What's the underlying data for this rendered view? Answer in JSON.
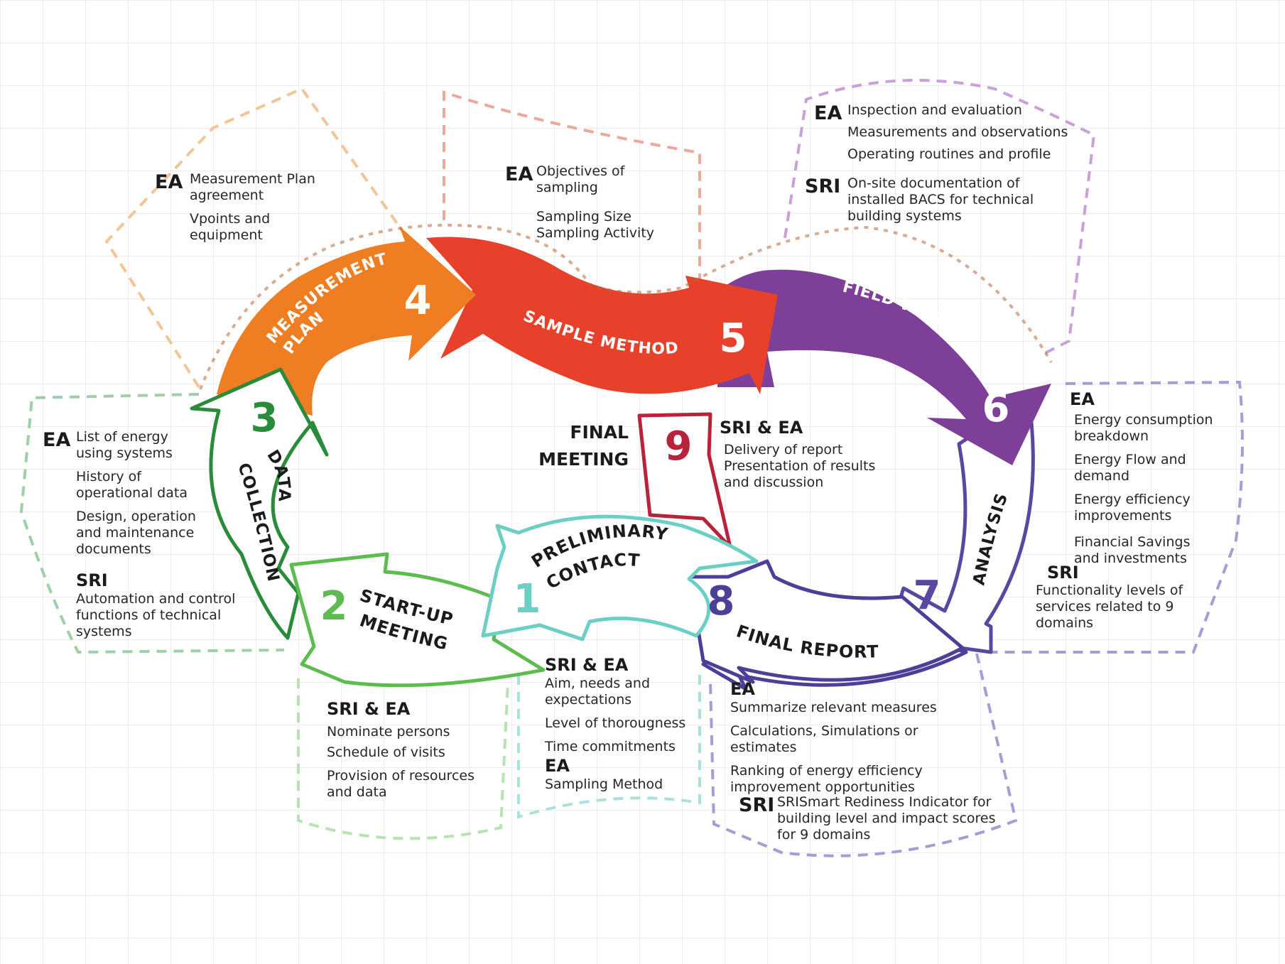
{
  "stages": [
    {
      "number": "1",
      "title": [
        "PRELIMINARY",
        "CONTACT"
      ],
      "color": "#6ccfc3"
    },
    {
      "number": "2",
      "title": [
        "START-UP",
        "MEETING"
      ],
      "color": "#5dbb4f"
    },
    {
      "number": "3",
      "title": [
        "DATA",
        "COLLECTION"
      ],
      "color": "#2a8c3b"
    },
    {
      "number": "4",
      "title": [
        "MEASUREMENT",
        "PLAN"
      ],
      "color": "#ef7e22"
    },
    {
      "number": "5",
      "title": [
        "SAMPLE METHOD"
      ],
      "color": "#e8412b"
    },
    {
      "number": "6",
      "title": [
        "FIELD WORK"
      ],
      "color": "#7e3f98"
    },
    {
      "number": "7",
      "title": [
        "ANALYSIS"
      ],
      "color": "#5a47a0"
    },
    {
      "number": "8",
      "title": [
        "FINAL REPORT"
      ],
      "color": "#4b3f98"
    },
    {
      "number": "9",
      "title": [
        "FINAL",
        "MEETING"
      ],
      "color": "#b8223a"
    }
  ],
  "notes": {
    "preliminary": {
      "tag1": "SRI & EA",
      "items1": [
        "Aim, needs and expectations",
        "Level of thorougness",
        "Time commitments"
      ],
      "tag2": "EA",
      "items2": [
        "Sampling Method"
      ]
    },
    "startup": {
      "tag": "SRI & EA",
      "items": [
        "Nominate persons",
        "Schedule of visits",
        "Provision of resources and data"
      ]
    },
    "data_collection": {
      "tag1": "EA",
      "items1": [
        "List of energy using systems",
        "History of operational data",
        "Design, operation and maintenance documents"
      ],
      "tag2": "SRI",
      "items2": [
        "Automation and control functions of technical systems"
      ]
    },
    "measurement": {
      "tag": "EA",
      "items": [
        "Measurement Plan agreement",
        "Vpoints and equipment"
      ]
    },
    "sample": {
      "tag": "EA",
      "items": [
        "Objectives of sampling",
        "Sampling Size",
        "Sampling Activity"
      ]
    },
    "field_work": {
      "tag1": "EA",
      "items1": [
        "Inspection and evaluation",
        "Measurements and observations",
        "Operating routines and profile"
      ],
      "tag2": "SRI",
      "items2": [
        "On-site documentation of installed BACS for technical building systems"
      ]
    },
    "analysis": {
      "tag1": "EA",
      "items1": [
        "Energy consumption breakdown",
        "Energy Flow and demand",
        "Energy efficiency improvements",
        "Financial Savings and investments"
      ],
      "tag2": "SRI",
      "items2": [
        "Functionality levels of services related to 9 domains"
      ]
    },
    "final_report": {
      "tag1": "EA",
      "items1": [
        "Summarize relevant measures",
        "Calculations, Simulations or estimates",
        "Ranking of energy efficiency improvement opportunities"
      ],
      "tag2": "SRI",
      "items2": [
        "SRISmart Rediness Indicator for building level and impact scores for 9 domains"
      ]
    },
    "final_meeting": {
      "tag": "SRI & EA",
      "items": [
        "Delivery of report",
        "Presentation of results and discussion"
      ]
    }
  }
}
